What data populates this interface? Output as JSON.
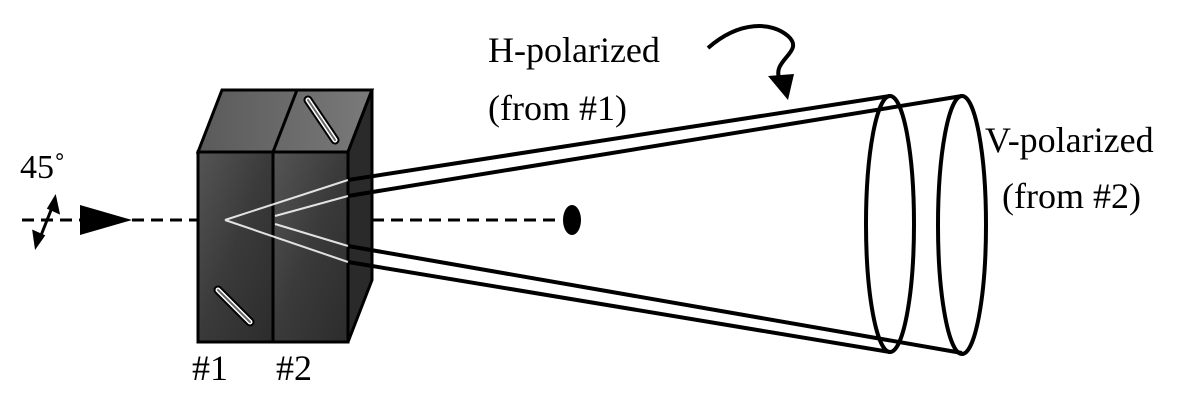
{
  "labels": {
    "h_polarized": "H-polarized",
    "h_source": "(from #1)",
    "v_polarized": "V-polarized",
    "v_source": "(from #2)",
    "input_angle": "45˚",
    "crystal_1": "#1",
    "crystal_2": "#2"
  },
  "colors": {
    "ink": "#000000",
    "crystal_front": "#3d3d3d",
    "crystal_top": "#6a6a6a",
    "crystal_side": "#2a2a2a"
  }
}
